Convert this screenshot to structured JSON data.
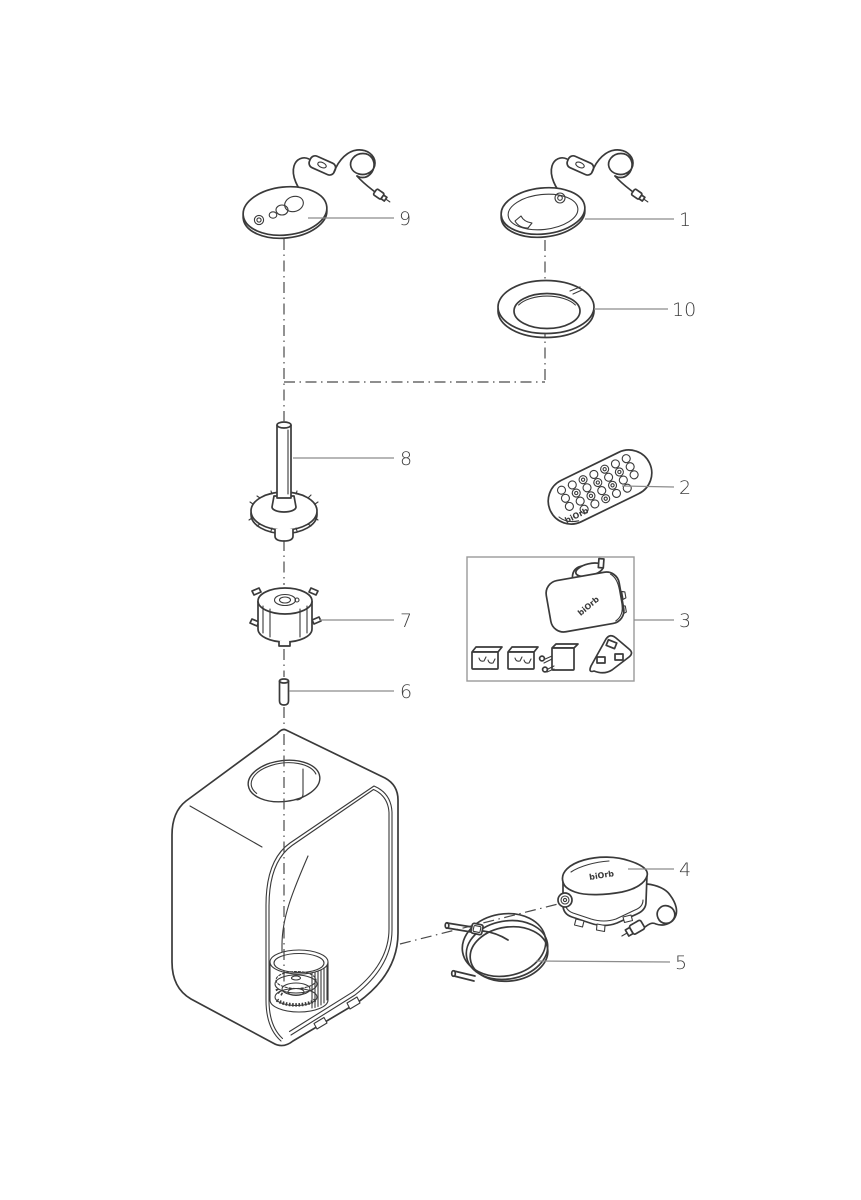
{
  "colors": {
    "background": "#ffffff",
    "line": "#3a3a3a",
    "leader": "#8c8c8c",
    "dash": "#4a4a4a",
    "label": "#3e3e3e",
    "box_border": "#9a9a9a"
  },
  "labels": {
    "part1": "1",
    "part2": "2",
    "part3": "3",
    "part4": "4",
    "part5": "5",
    "part6": "6",
    "part7": "7",
    "part8": "8",
    "part9": "9",
    "part10": "10"
  },
  "brand": {
    "adapter": "biOrb",
    "pump": "biOrb",
    "remote": "biOrb"
  }
}
